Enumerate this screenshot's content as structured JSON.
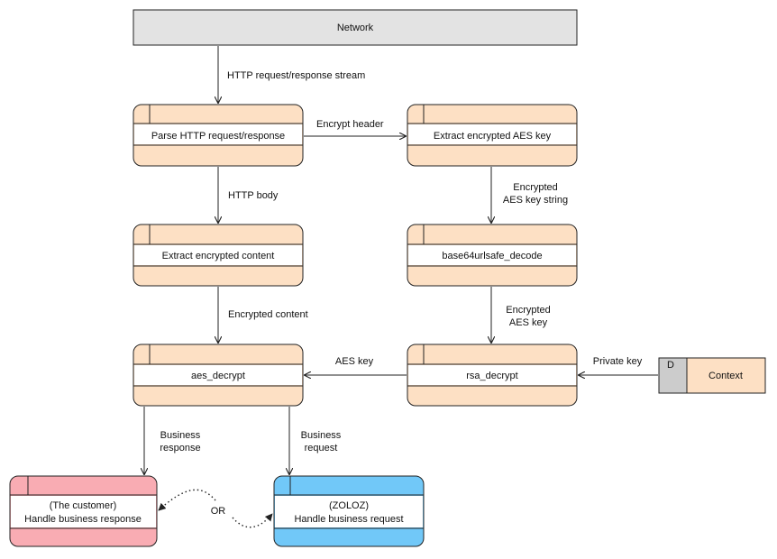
{
  "colors": {
    "process_fill": "#fde0c4",
    "network_fill": "#e3e3e3",
    "customer_fill": "#f9acb3",
    "zoloz_fill": "#71c8f8",
    "store_id_fill": "#cccccc",
    "stroke": "#222222"
  },
  "network": {
    "label": "Network"
  },
  "processes": {
    "parse": {
      "label": "Parse HTTP request/response"
    },
    "extract_key": {
      "label": "Extract encrypted AES key"
    },
    "extract_content": {
      "label": "Extract encrypted content"
    },
    "b64_decode": {
      "label": "base64urlsafe_decode"
    },
    "aes_decrypt": {
      "label": "aes_decrypt"
    },
    "rsa_decrypt": {
      "label": "rsa_decrypt"
    },
    "customer": {
      "line1": "(The customer)",
      "line2": "Handle business response"
    },
    "zoloz": {
      "line1": "(ZOLOZ)",
      "line2": "Handle business request"
    }
  },
  "data_store": {
    "id": "D",
    "label": "Context"
  },
  "edges": {
    "http_stream": "HTTP request/response stream",
    "encrypt_header": "Encrypt header",
    "http_body": "HTTP body",
    "enc_key_string": [
      "Encrypted",
      "AES key string"
    ],
    "enc_content": "Encrypted content",
    "enc_key": [
      "Encrypted",
      "AES key"
    ],
    "aes_key": "AES key",
    "private_key": "Private key",
    "biz_response": [
      "Business",
      "response"
    ],
    "biz_request": [
      "Business",
      "request"
    ],
    "or": "OR"
  }
}
